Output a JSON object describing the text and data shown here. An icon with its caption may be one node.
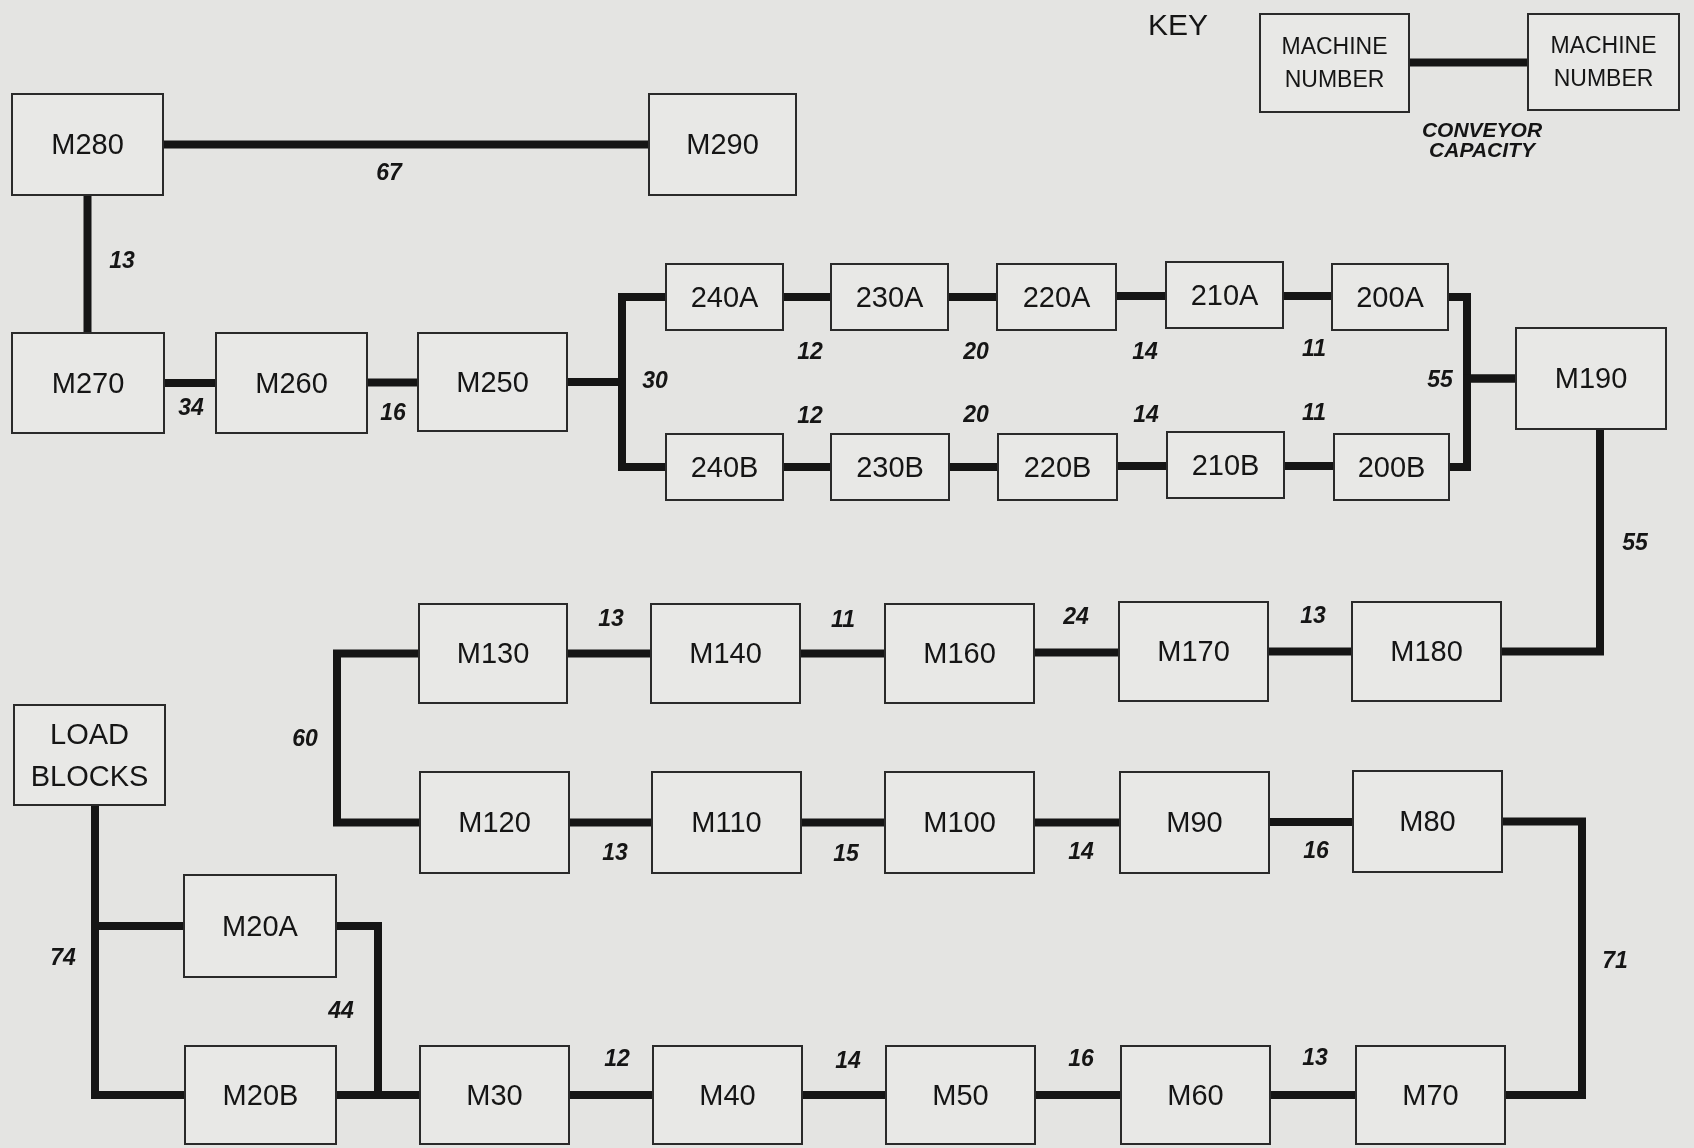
{
  "diagram": {
    "nodes": [
      {
        "text": [
          "MACHINE NUMBER"
        ]
      },
      {
        "text": [
          "MACHINE NUMBER"
        ]
      },
      {
        "text": [
          "M280"
        ]
      },
      {
        "text": [
          "M290"
        ]
      },
      {
        "text": [
          "M270"
        ]
      },
      {
        "text": [
          "M260"
        ]
      },
      {
        "text": [
          "M250"
        ]
      },
      {
        "text": [
          "240A"
        ]
      },
      {
        "text": [
          "230A"
        ]
      },
      {
        "text": [
          "220A"
        ]
      },
      {
        "text": [
          "210A"
        ]
      },
      {
        "text": [
          "200A"
        ]
      },
      {
        "text": [
          "M190"
        ]
      },
      {
        "text": [
          "240B"
        ]
      },
      {
        "text": [
          "230B"
        ]
      },
      {
        "text": [
          "220B"
        ]
      },
      {
        "text": [
          "210B"
        ]
      },
      {
        "text": [
          "200B"
        ]
      },
      {
        "text": [
          "M130"
        ]
      },
      {
        "text": [
          "M140"
        ]
      },
      {
        "text": [
          "M160"
        ]
      },
      {
        "text": [
          "M170"
        ]
      },
      {
        "text": [
          "M180"
        ]
      },
      {
        "text": [
          "LOAD BLOCKS"
        ]
      },
      {
        "text": [
          "M120"
        ]
      },
      {
        "text": [
          "M110"
        ]
      },
      {
        "text": [
          "M100"
        ]
      },
      {
        "text": [
          "M90"
        ]
      },
      {
        "text": [
          "M80"
        ]
      },
      {
        "text": [
          "M20A"
        ]
      },
      {
        "text": [
          "M20B"
        ]
      },
      {
        "text": [
          "M30"
        ]
      },
      {
        "text": [
          "M40"
        ]
      },
      {
        "text": [
          "M50"
        ]
      },
      {
        "text": [
          "M60"
        ]
      },
      {
        "text": [
          "M70"
        ]
      }
    ],
    "edges": [
      {
        "from": 0,
        "to": 1,
        "arrow": "none",
        "label": "CONVEYOR CAPACITY"
      },
      {
        "from": 2,
        "to": 3,
        "arrow": "none",
        "label": "67"
      },
      {
        "from": 2,
        "to": 4,
        "arrow": "none",
        "label": "13"
      },
      {
        "from": 4,
        "to": 5,
        "arrow": "none",
        "label": "34"
      },
      {
        "from": 5,
        "to": 6,
        "arrow": "none",
        "label": "16"
      },
      {
        "from": 6,
        "to": 7,
        "arrow": "none",
        "label": "30"
      },
      {
        "from": 6,
        "to": 13,
        "arrow": "none"
      },
      {
        "from": 7,
        "to": 8,
        "arrow": "none",
        "label": "12"
      },
      {
        "from": 8,
        "to": 9,
        "arrow": "none",
        "label": "20"
      },
      {
        "from": 9,
        "to": 10,
        "arrow": "none",
        "label": "14"
      },
      {
        "from": 10,
        "to": 11,
        "arrow": "none",
        "label": "11"
      },
      {
        "from": 11,
        "to": 12,
        "arrow": "none",
        "label": "55"
      },
      {
        "from": 17,
        "to": 12,
        "arrow": "none"
      },
      {
        "from": 13,
        "to": 14,
        "arrow": "none",
        "label": "12"
      },
      {
        "from": 14,
        "to": 15,
        "arrow": "none",
        "label": "20"
      },
      {
        "from": 15,
        "to": 16,
        "arrow": "none",
        "label": "14"
      },
      {
        "from": 16,
        "to": 17,
        "arrow": "none",
        "label": "11"
      },
      {
        "from": 12,
        "to": 22,
        "arrow": "none",
        "label": "55"
      },
      {
        "from": 22,
        "to": 21,
        "arrow": "none",
        "label": "13"
      },
      {
        "from": 21,
        "to": 20,
        "arrow": "none",
        "label": "24"
      },
      {
        "from": 20,
        "to": 19,
        "arrow": "none",
        "label": "11"
      },
      {
        "from": 19,
        "to": 18,
        "arrow": "none",
        "label": "13"
      },
      {
        "from": 18,
        "to": 24,
        "arrow": "none",
        "label": "60"
      },
      {
        "from": 24,
        "to": 25,
        "arrow": "none",
        "label": "13"
      },
      {
        "from": 25,
        "to": 26,
        "arrow": "none",
        "label": "15"
      },
      {
        "from": 26,
        "to": 27,
        "arrow": "none",
        "label": "14"
      },
      {
        "from": 27,
        "to": 28,
        "arrow": "none",
        "label": "16"
      },
      {
        "from": 28,
        "to": 35,
        "arrow": "none",
        "label": "71"
      },
      {
        "from": 35,
        "to": 34,
        "arrow": "none",
        "label": "13"
      },
      {
        "from": 34,
        "to": 33,
        "arrow": "none",
        "label": "16"
      },
      {
        "from": 33,
        "to": 32,
        "arrow": "none",
        "label": "14"
      },
      {
        "from": 32,
        "to": 31,
        "arrow": "none",
        "label": "12"
      },
      {
        "from": 23,
        "to": 29,
        "arrow": "none"
      },
      {
        "from": 23,
        "to": 30,
        "arrow": "none",
        "label": "74"
      },
      {
        "from": 29,
        "to": 31,
        "arrow": "none",
        "label": "44"
      },
      {
        "from": 30,
        "to": 31,
        "arrow": "none"
      }
    ],
    "labels": [
      "KEY"
    ]
  }
}
